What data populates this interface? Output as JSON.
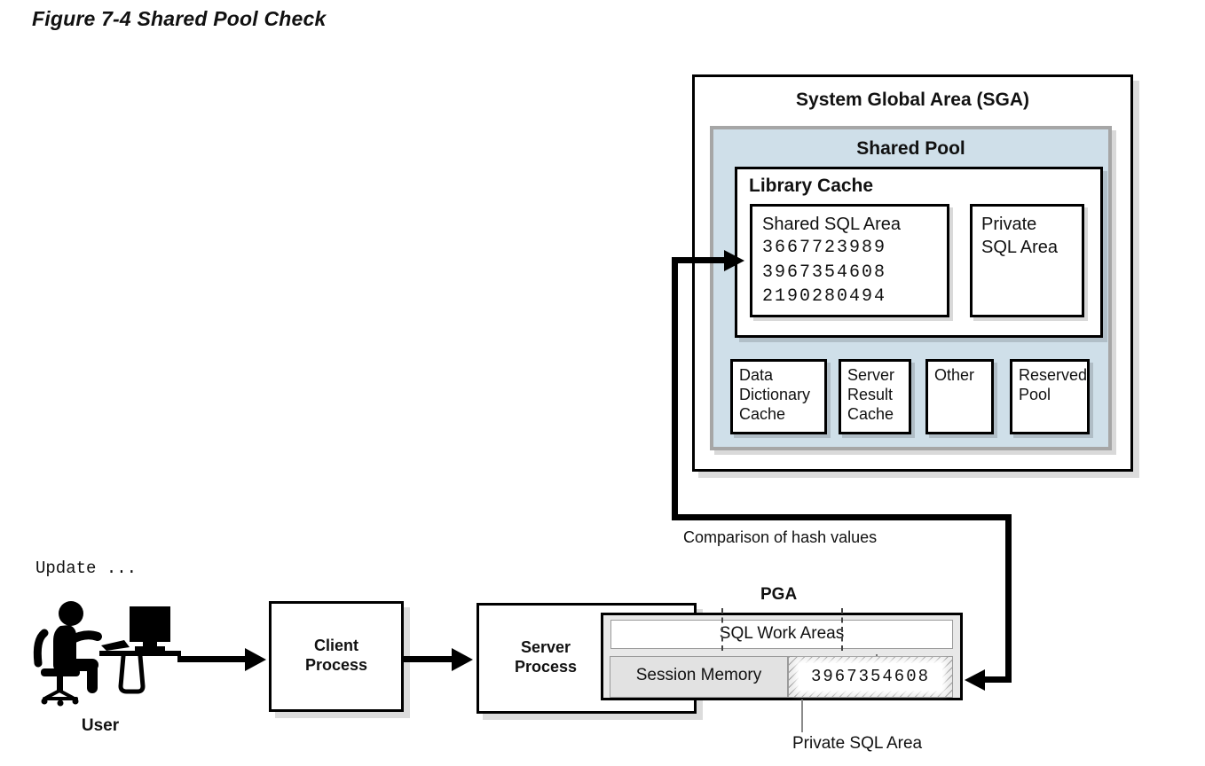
{
  "figure_title": "Figure 7-4 Shared Pool Check",
  "sga": {
    "title": "System Global Area (SGA)",
    "shared_pool": {
      "title": "Shared Pool",
      "library_cache": {
        "title": "Library Cache",
        "shared_sql_area": {
          "title": "Shared SQL Area",
          "hash_values": [
            "3667723989",
            "3967354608",
            "2190280494"
          ]
        },
        "private_sql_area": {
          "lines": [
            "Private",
            "SQL Area"
          ]
        }
      },
      "components": [
        {
          "lines": [
            "Data",
            "Dictionary",
            "Cache"
          ]
        },
        {
          "lines": [
            "Server",
            "Result",
            "Cache"
          ]
        },
        {
          "lines": [
            "Other"
          ]
        },
        {
          "lines": [
            "Reserved",
            "Pool"
          ]
        }
      ]
    }
  },
  "comparison_label": "Comparison of hash values",
  "flow": {
    "query_text": "Update ...",
    "user_label": "User",
    "client_process": {
      "lines": [
        "Client",
        "Process"
      ]
    },
    "server_process": {
      "lines": [
        "Server",
        "Process"
      ]
    },
    "pga": {
      "title": "PGA",
      "sql_work_areas": "SQL Work Areas",
      "session_memory": "Session Memory",
      "private_sql_hash": "3967354608",
      "private_sql_label": "Private SQL Area"
    }
  },
  "colors": {
    "shared_pool_fill": "#cfdfe9",
    "shared_pool_border": "#a6a6a6",
    "pga_fill": "#e8e8e8",
    "session_memory_fill": "#e2e2e2",
    "line_color": "#000000",
    "shadow": "#dcdcdc"
  }
}
